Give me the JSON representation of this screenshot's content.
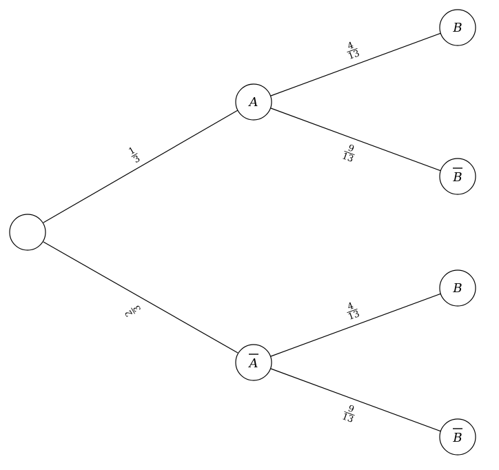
{
  "tree": {
    "root": {
      "label": ""
    },
    "level1": [
      {
        "label": "A",
        "overline": false,
        "edge_prob": {
          "num": "1",
          "den": "3"
        }
      },
      {
        "label": "A",
        "overline": true,
        "edge_prob": {
          "num": "2",
          "den": "3"
        }
      }
    ],
    "level2": [
      {
        "parent": 0,
        "label": "B",
        "overline": false,
        "edge_prob": {
          "num": "4",
          "den": "13"
        }
      },
      {
        "parent": 0,
        "label": "B",
        "overline": true,
        "edge_prob": {
          "num": "9",
          "den": "13"
        }
      },
      {
        "parent": 1,
        "label": "B",
        "overline": false,
        "edge_prob": {
          "num": "4",
          "den": "13"
        }
      },
      {
        "parent": 1,
        "label": "B",
        "overline": true,
        "edge_prob": {
          "num": "9",
          "den": "13"
        }
      }
    ]
  }
}
